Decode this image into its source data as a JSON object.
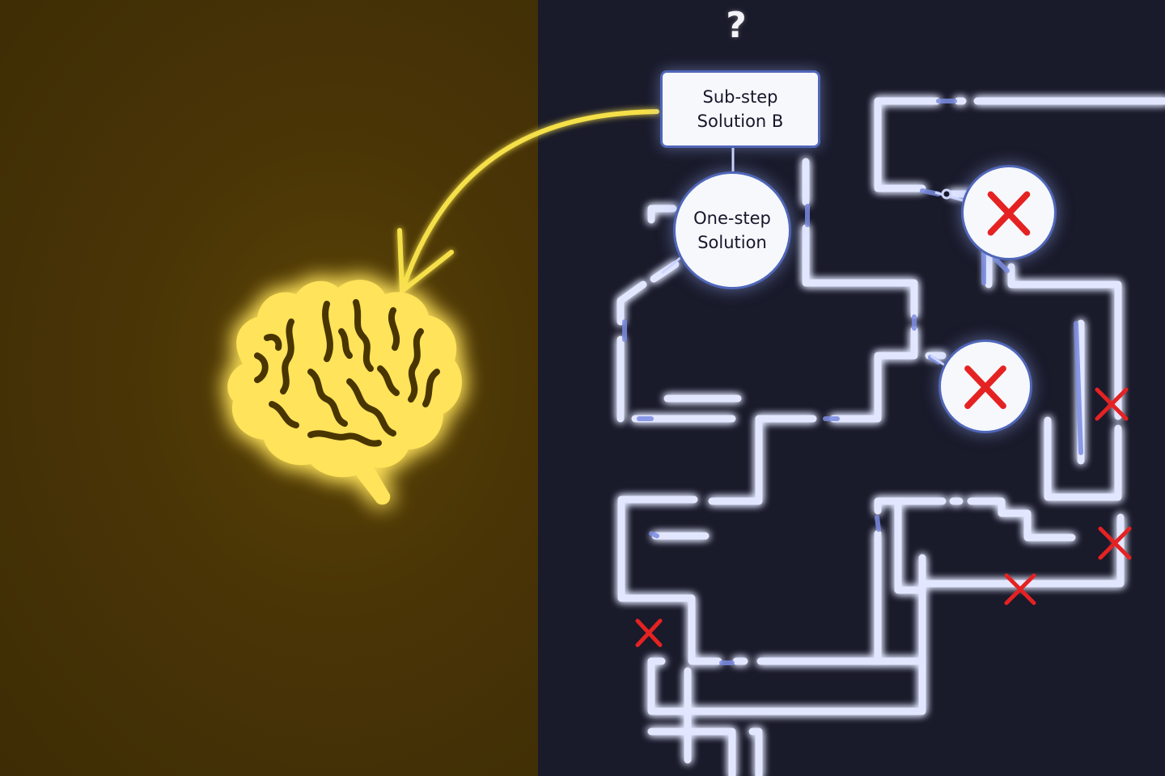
{
  "question_mark": "?",
  "nodes": {
    "substep": {
      "line1": "Sub-step",
      "line2": "Solution B"
    },
    "onestep": {
      "line1": "One-step",
      "line2": "Solution"
    }
  },
  "colors": {
    "left_background": "#3d2c05",
    "right_background": "#191a2a",
    "brain": "#ffe35a",
    "arrow": "#f5e04a",
    "maze_wall": "#dfe4ff",
    "node_border": "#4f66b8",
    "fail_mark": "#e52222"
  },
  "icons": [
    "brain-icon",
    "curved-arrow-icon",
    "x-mark-icon"
  ]
}
